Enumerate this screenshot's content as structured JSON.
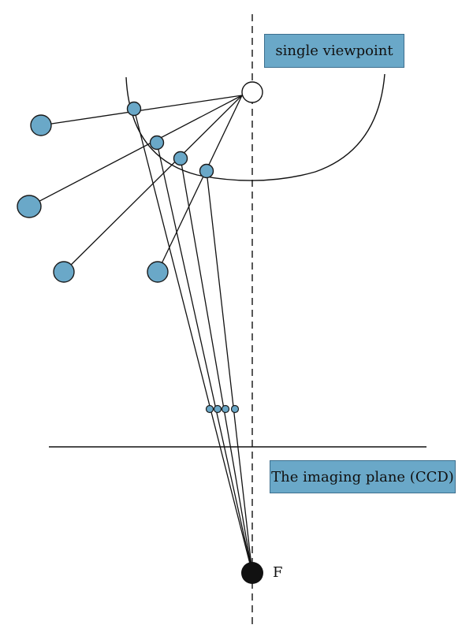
{
  "labels": {
    "single_viewpoint": "single viewpoint",
    "imaging_plane": "The imaging plane (CCD)",
    "focus": "F"
  },
  "colors": {
    "node_fill": "#6aa8c8",
    "node_stroke": "#1a1a1a",
    "box_fill": "#6aa8c8",
    "box_stroke": "#3d6f8e",
    "line": "#111111",
    "focus_fill": "#111111"
  }
}
